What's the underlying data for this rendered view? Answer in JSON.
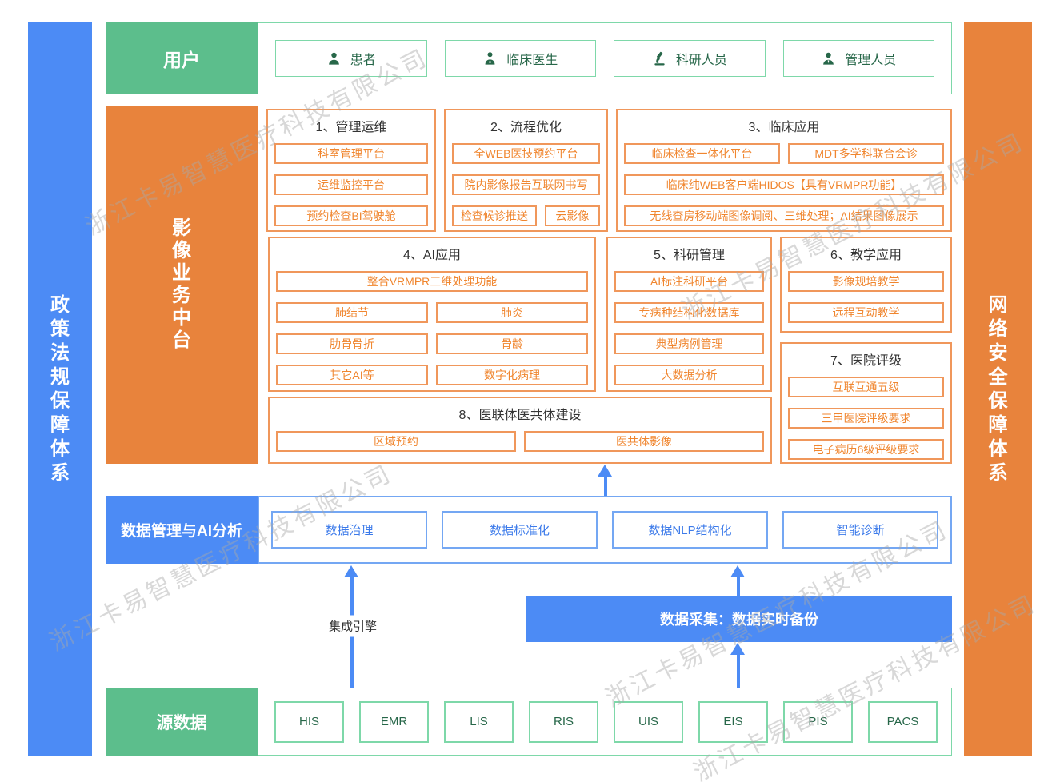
{
  "watermark": {
    "text": "浙江卡易智慧医疗科技有限公司"
  },
  "sidebars": {
    "left": "政策法规保障体系",
    "right": "网络安全保障体系"
  },
  "users": {
    "label": "用户",
    "items": [
      {
        "label": "患者",
        "icon": "patient-icon"
      },
      {
        "label": "临床医生",
        "icon": "doctor-icon"
      },
      {
        "label": "科研人员",
        "icon": "microscope-icon"
      },
      {
        "label": "管理人员",
        "icon": "manager-icon"
      }
    ]
  },
  "platform": {
    "label": "影像业务中台",
    "sections": [
      {
        "title": "1、管理运维",
        "rows": [
          [
            "科室管理平台"
          ],
          [
            "运维监控平台"
          ],
          [
            "预约检查BI驾驶舱"
          ]
        ]
      },
      {
        "title": "2、流程优化",
        "rows": [
          [
            "全WEB医技预约平台"
          ],
          [
            "院内影像报告互联网书写"
          ],
          [
            {
              "label": "检查候诊推送",
              "flex": 1.6
            },
            {
              "label": "云影像",
              "flex": 1
            }
          ]
        ]
      },
      {
        "title": "3、临床应用",
        "rows": [
          [
            "临床检查一体化平台",
            "MDT多学科联合会诊"
          ],
          [
            "临床纯WEB客户端HIDOS【具有VRMPR功能】"
          ],
          [
            "无线查房移动端图像调阅、三维处理；AI结果图像展示"
          ]
        ]
      },
      {
        "title": "4、AI应用",
        "rows": [
          [
            "整合VRMPR三维处理功能"
          ],
          [
            "肺结节",
            "肺炎"
          ],
          [
            "肋骨骨折",
            "骨龄"
          ],
          [
            "其它AI等",
            "数字化病理"
          ]
        ]
      },
      {
        "title": "5、科研管理",
        "rows": [
          [
            "AI标注科研平台"
          ],
          [
            "专病种结构化数据库"
          ],
          [
            "典型病例管理"
          ],
          [
            "大数据分析"
          ]
        ]
      },
      {
        "title": "6、教学应用",
        "rows": [
          [
            "影像规培教学"
          ],
          [
            "远程互动教学"
          ]
        ]
      },
      {
        "title": "7、医院评级",
        "rows": [
          [
            "互联互通五级"
          ],
          [
            "三甲医院评级要求"
          ],
          [
            "电子病历6级评级要求"
          ]
        ]
      },
      {
        "title": "8、医联体医共体建设",
        "rows": [
          [
            "区域预约",
            "医共体影像"
          ]
        ]
      }
    ]
  },
  "data_mgmt": {
    "label": "数据管理与AI分析",
    "items": [
      "数据治理",
      "数据标准化",
      "数据NLP结构化",
      "智能诊断"
    ]
  },
  "flow": {
    "integration_engine": "集成引擎",
    "data_collection": "数据采集：数据实时备份"
  },
  "source_data": {
    "label": "源数据",
    "items": [
      "HIS",
      "EMR",
      "LIS",
      "RIS",
      "UIS",
      "EIS",
      "PIS",
      "PACS"
    ]
  },
  "colors": {
    "blue": "#4C8BF5",
    "blue_border": "#74A7F3",
    "blue_text": "#3D7BEA",
    "green": "#5CBE8C",
    "green_border": "#7ED8A9",
    "green_text": "#276749",
    "orange": "#E8833C",
    "orange_border": "#F0975B",
    "orange_text": "#F0862F",
    "title_text": "#333333"
  }
}
